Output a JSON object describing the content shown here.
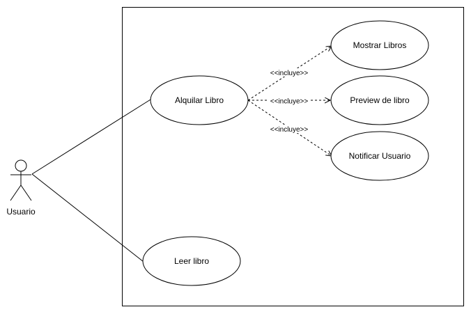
{
  "diagram": {
    "actor": {
      "label": "Usuario"
    },
    "use_cases": {
      "alquilar": "Alquilar Libro",
      "leer": "Leer libro",
      "mostrar": "Mostrar Libros",
      "preview": "Preview de libro",
      "notificar": "Notificar Usuario"
    },
    "relations": {
      "incluye_mostrar": "<<incluye>>",
      "incluye_preview": "<<incluye>>",
      "incluye_notificar": "<<incluye>>"
    }
  },
  "colors": {
    "stroke": "#000000",
    "background": "#ffffff"
  }
}
